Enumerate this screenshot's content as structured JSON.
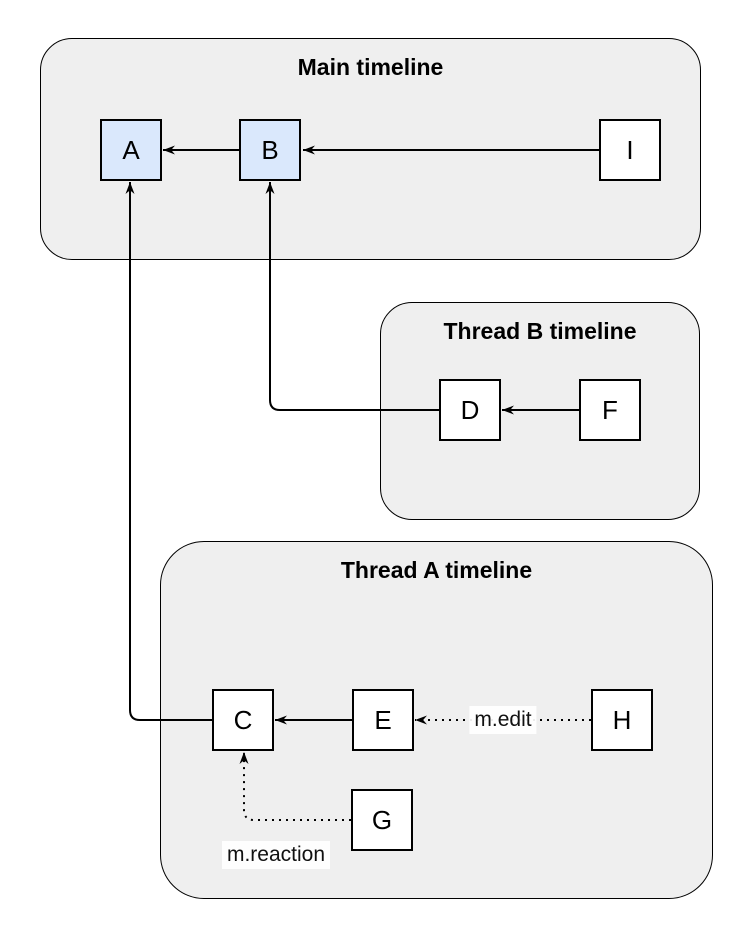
{
  "groups": {
    "main": {
      "title": "Main timeline"
    },
    "thread_b": {
      "title": "Thread B timeline"
    },
    "thread_a": {
      "title": "Thread A timeline"
    }
  },
  "nodes": {
    "A": {
      "label": "A",
      "group": "main",
      "fill": "#dae8fc"
    },
    "B": {
      "label": "B",
      "group": "main",
      "fill": "#dae8fc"
    },
    "I": {
      "label": "I",
      "group": "main",
      "fill": "#ffffff"
    },
    "D": {
      "label": "D",
      "group": "thread_b",
      "fill": "#ffffff"
    },
    "F": {
      "label": "F",
      "group": "thread_b",
      "fill": "#ffffff"
    },
    "C": {
      "label": "C",
      "group": "thread_a",
      "fill": "#ffffff"
    },
    "E": {
      "label": "E",
      "group": "thread_a",
      "fill": "#ffffff"
    },
    "H": {
      "label": "H",
      "group": "thread_a",
      "fill": "#ffffff"
    },
    "G": {
      "label": "G",
      "group": "thread_a",
      "fill": "#ffffff"
    }
  },
  "edges": [
    {
      "from": "B",
      "to": "A",
      "style": "solid",
      "label": ""
    },
    {
      "from": "I",
      "to": "B",
      "style": "solid",
      "label": ""
    },
    {
      "from": "F",
      "to": "D",
      "style": "solid",
      "label": ""
    },
    {
      "from": "D",
      "to": "B",
      "style": "solid",
      "label": ""
    },
    {
      "from": "E",
      "to": "C",
      "style": "solid",
      "label": ""
    },
    {
      "from": "C",
      "to": "A",
      "style": "solid",
      "label": ""
    },
    {
      "from": "H",
      "to": "E",
      "style": "dotted",
      "label": "m.edit"
    },
    {
      "from": "G",
      "to": "C",
      "style": "dotted",
      "label": "m.reaction"
    }
  ],
  "edge_labels": {
    "edit": "m.edit",
    "reaction": "m.reaction"
  },
  "colors": {
    "group_fill": "#efefef",
    "group_stroke": "#000000",
    "node_stroke": "#000000",
    "node_fill": "#ffffff",
    "highlight_fill": "#dae8fc",
    "edge": "#000000",
    "label_text": "#111111",
    "background": "#ffffff"
  }
}
